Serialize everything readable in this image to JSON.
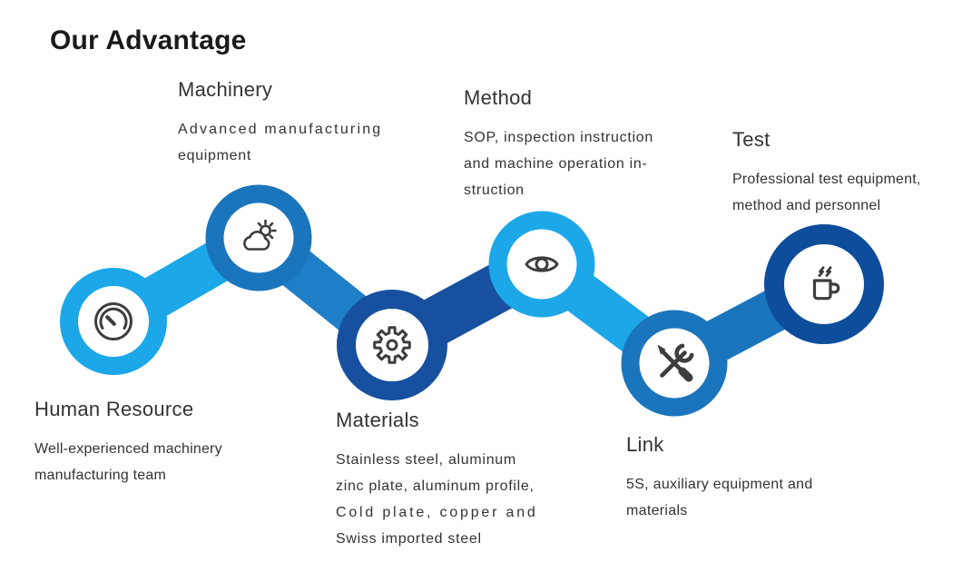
{
  "page_title": "Our Advantage",
  "colors": {
    "cyan": "#1ca7e8",
    "blue": "#1b75bc",
    "blue_light": "#1e7ec7",
    "navy": "#17509f",
    "dark_navy": "#0d4d9b",
    "icon_stroke": "#3d3d3d",
    "title_text": "#1a1a1a",
    "heading_text": "#333333",
    "body_text": "#333333"
  },
  "nodes": [
    {
      "id": "human-resource",
      "title": "Human Resource",
      "icon": "gauge-icon",
      "color_key": "cyan",
      "desc_lines": [
        "Well-experienced machinery",
        "manufacturing team"
      ]
    },
    {
      "id": "machinery",
      "title": "Machinery",
      "icon": "cloud-sun-icon",
      "color_key": "blue",
      "desc_lines": [
        "Advanced manufacturing",
        "equipment"
      ]
    },
    {
      "id": "materials",
      "title": "Materials",
      "icon": "gear-icon",
      "color_key": "navy",
      "desc_lines": [
        "Stainless steel, aluminum",
        "zinc plate, aluminum profile,",
        "Cold plate, copper and",
        "Swiss imported steel"
      ]
    },
    {
      "id": "method",
      "title": "Method",
      "icon": "eye-icon",
      "color_key": "cyan",
      "desc_lines": [
        "SOP, inspection instruction",
        "and machine operation in-",
        "struction"
      ]
    },
    {
      "id": "link",
      "title": "Link",
      "icon": "tools-icon",
      "color_key": "blue",
      "desc_lines": [
        "5S, auxiliary equipment and",
        "materials"
      ]
    },
    {
      "id": "test",
      "title": "Test",
      "icon": "coffee-cup-icon",
      "color_key": "dark_navy",
      "desc_lines": [
        "Professional test equipment,",
        "method and personnel"
      ]
    }
  ],
  "connectors": [
    {
      "from": "human-resource",
      "to": "machinery",
      "color_key": "cyan"
    },
    {
      "from": "machinery",
      "to": "materials",
      "color_key": "blue_light"
    },
    {
      "from": "materials",
      "to": "method",
      "color_key": "navy"
    },
    {
      "from": "method",
      "to": "link",
      "color_key": "cyan"
    },
    {
      "from": "link",
      "to": "test",
      "color_key": "blue"
    }
  ]
}
